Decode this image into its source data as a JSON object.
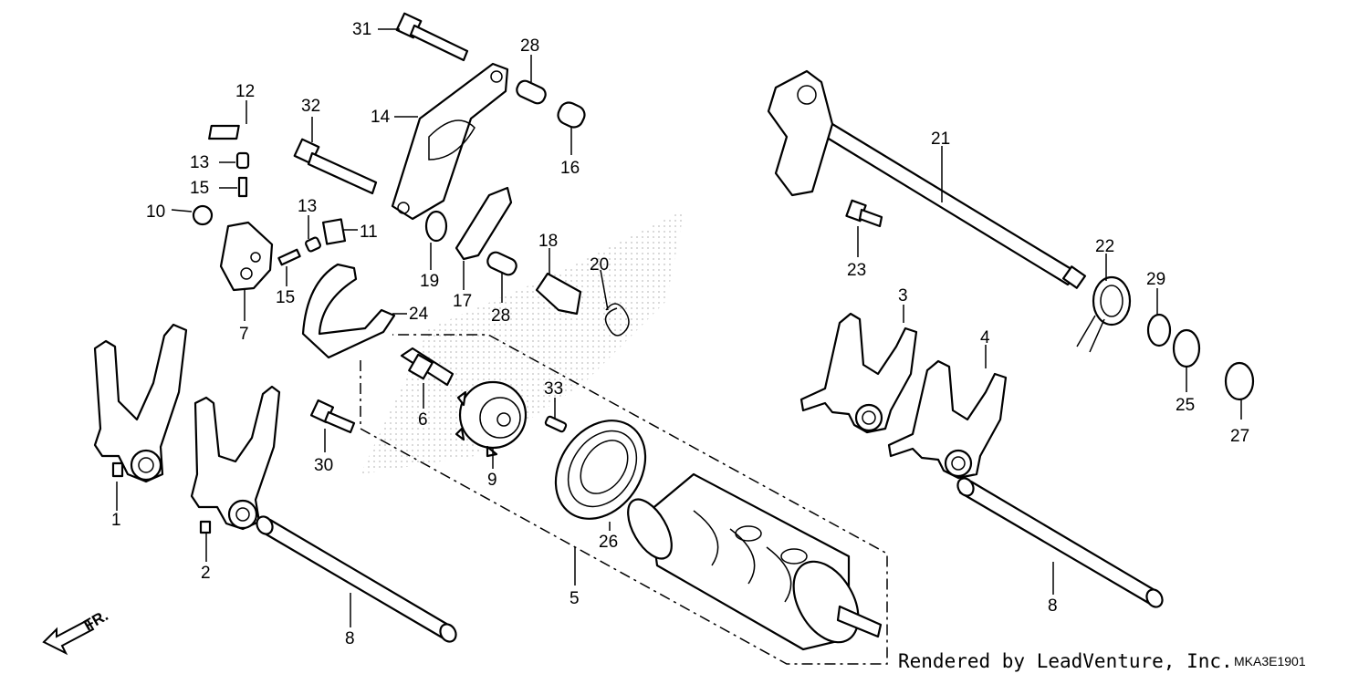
{
  "diagram": {
    "callouts": [
      "1",
      "2",
      "3",
      "4",
      "5",
      "6",
      "7",
      "8",
      "8",
      "9",
      "10",
      "11",
      "12",
      "13",
      "13",
      "14",
      "15",
      "15",
      "16",
      "17",
      "18",
      "19",
      "20",
      "21",
      "22",
      "23",
      "24",
      "25",
      "26",
      "27",
      "28",
      "28",
      "29",
      "30",
      "31",
      "32",
      "33"
    ],
    "direction_label": "FR.",
    "footer": {
      "credit": "Rendered by LeadVenture, Inc.",
      "code": "MKA3E1901"
    },
    "colors": {
      "line": "#000000",
      "background": "#ffffff",
      "stipple": "#c8c8c8"
    }
  }
}
